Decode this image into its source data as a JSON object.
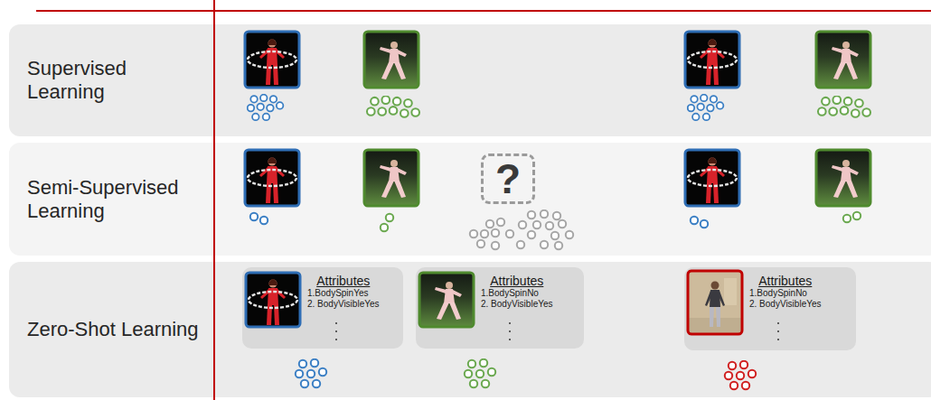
{
  "diagram": {
    "nodes": [
      {
        "text": [
          "Supervised Learning"
        ]
      },
      {
        "text": [
          "Semi-Supervised Learning"
        ]
      },
      {
        "text": [
          "?"
        ],
        "in": 1
      },
      {
        "text": [
          "Zero-Shot Learning"
        ]
      },
      {
        "text": [
          "Attributes",
          "1.BodySpinYes",
          "2. BodyVisibleYes"
        ],
        "in": 3
      },
      {
        "text": [
          "Attributes",
          "1.BodySpinNo",
          "2. BodyVisibleYes"
        ],
        "in": 3
      },
      {
        "text": [
          "Attributes",
          "1.BodySpinNo",
          "2. BodyVisibleYes"
        ],
        "in": 3
      }
    ]
  }
}
